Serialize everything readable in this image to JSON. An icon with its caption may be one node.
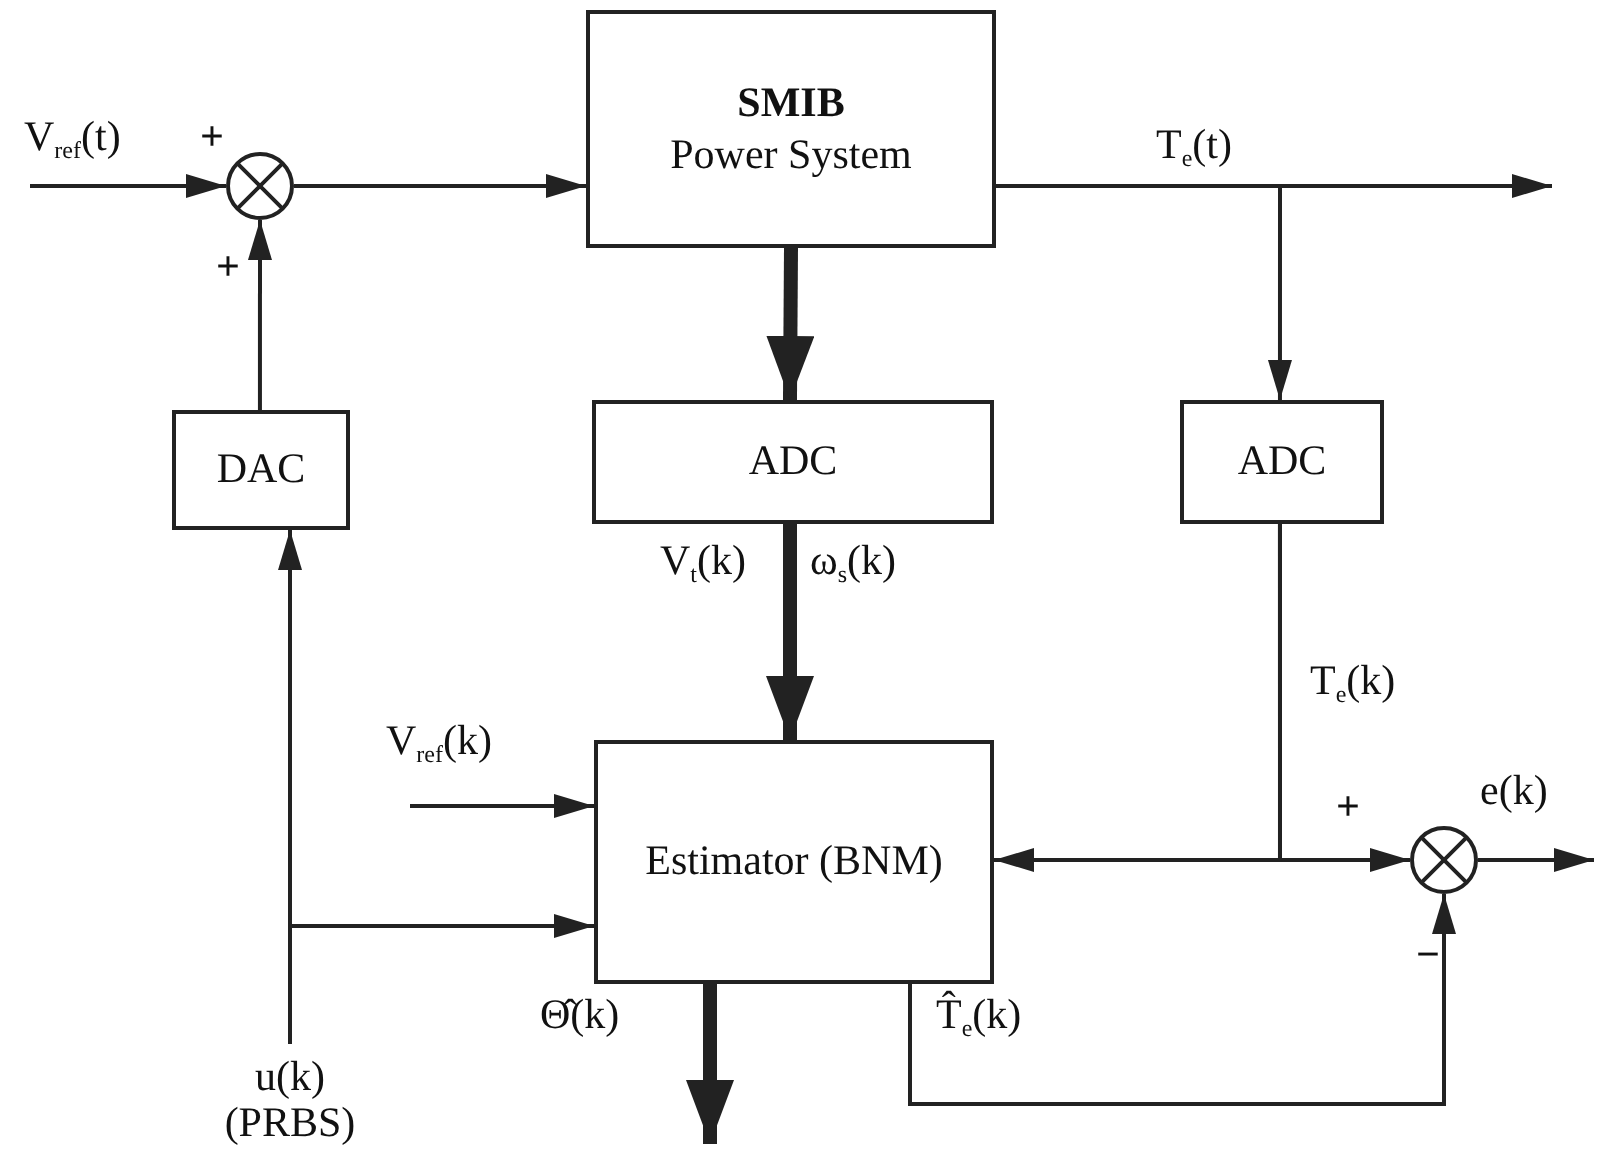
{
  "diagram": {
    "nodes": [
      {
        "text": [],
        "shape": "circle"
      },
      {
        "text": [
          "SMIB",
          "Power System"
        ]
      },
      {
        "text": [
          "DAC"
        ]
      },
      {
        "text": [
          "ADC"
        ]
      },
      {
        "text": [
          "ADC"
        ]
      },
      {
        "text": [
          "Estimator (BNM)"
        ]
      },
      {
        "text": [],
        "shape": "circle"
      },
      {
        "text": [
          "u(k) (PRBS)"
        ]
      }
    ],
    "edges": [
      {
        "from": null,
        "to": 0,
        "arrow": "to"
      },
      {
        "from": 0,
        "to": 1,
        "arrow": "to"
      },
      {
        "from": 1,
        "to": null,
        "arrow": "to"
      },
      {
        "from": 1,
        "to": 4,
        "arrow": "to"
      },
      {
        "from": 1,
        "to": 3,
        "arrow": "to",
        "style": "thick"
      },
      {
        "from": 3,
        "to": 5,
        "arrow": "to",
        "style": "thick"
      },
      {
        "from": 4,
        "to": 6,
        "arrow": "to"
      },
      {
        "from": 4,
        "to": 5,
        "arrow": "to"
      },
      {
        "from": 2,
        "to": 0,
        "arrow": "to"
      },
      {
        "from": 7,
        "to": 2,
        "arrow": "to"
      },
      {
        "from": 7,
        "to": 5,
        "arrow": "to"
      },
      {
        "from": null,
        "to": 5,
        "arrow": "to"
      },
      {
        "from": 5,
        "to": null,
        "arrow": "to",
        "style": "thick"
      },
      {
        "from": 5,
        "to": 6,
        "arrow": "to"
      },
      {
        "from": 6,
        "to": null,
        "arrow": "to"
      }
    ],
    "labels": [
      "V$_{ref}$(t)",
      "+",
      "+",
      "T$_{e}$(t)",
      "V$_{t}$(k)",
      "ω$_{s}$(k)",
      "T$_{e}$(k)",
      "V$_{ref}$(k)",
      "+",
      "−",
      "Θ̂(k)",
      "T̂$_{e}$(k)",
      "e(k)"
    ]
  }
}
